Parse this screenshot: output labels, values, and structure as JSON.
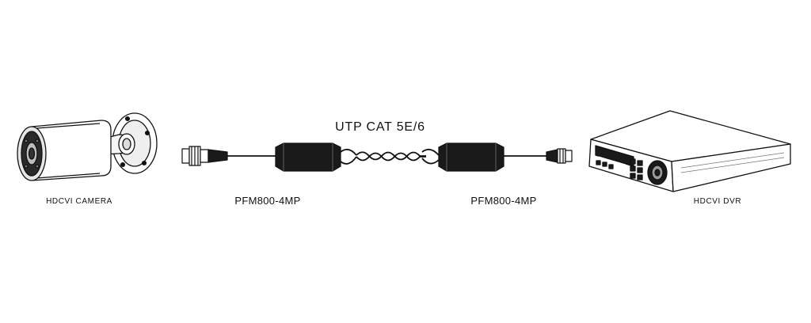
{
  "labels": {
    "camera": "HDCVI  CAMERA",
    "balun_left": "PFM800-4MP",
    "cable": "UTP CAT 5E/6",
    "balun_right": "PFM800-4MP",
    "dvr": "HDCVI  DVR"
  },
  "colors": {
    "line": "#111111",
    "fill_dark": "#1a1a1a",
    "fill_light": "#ffffff",
    "fill_grey": "#9a9a9a"
  }
}
